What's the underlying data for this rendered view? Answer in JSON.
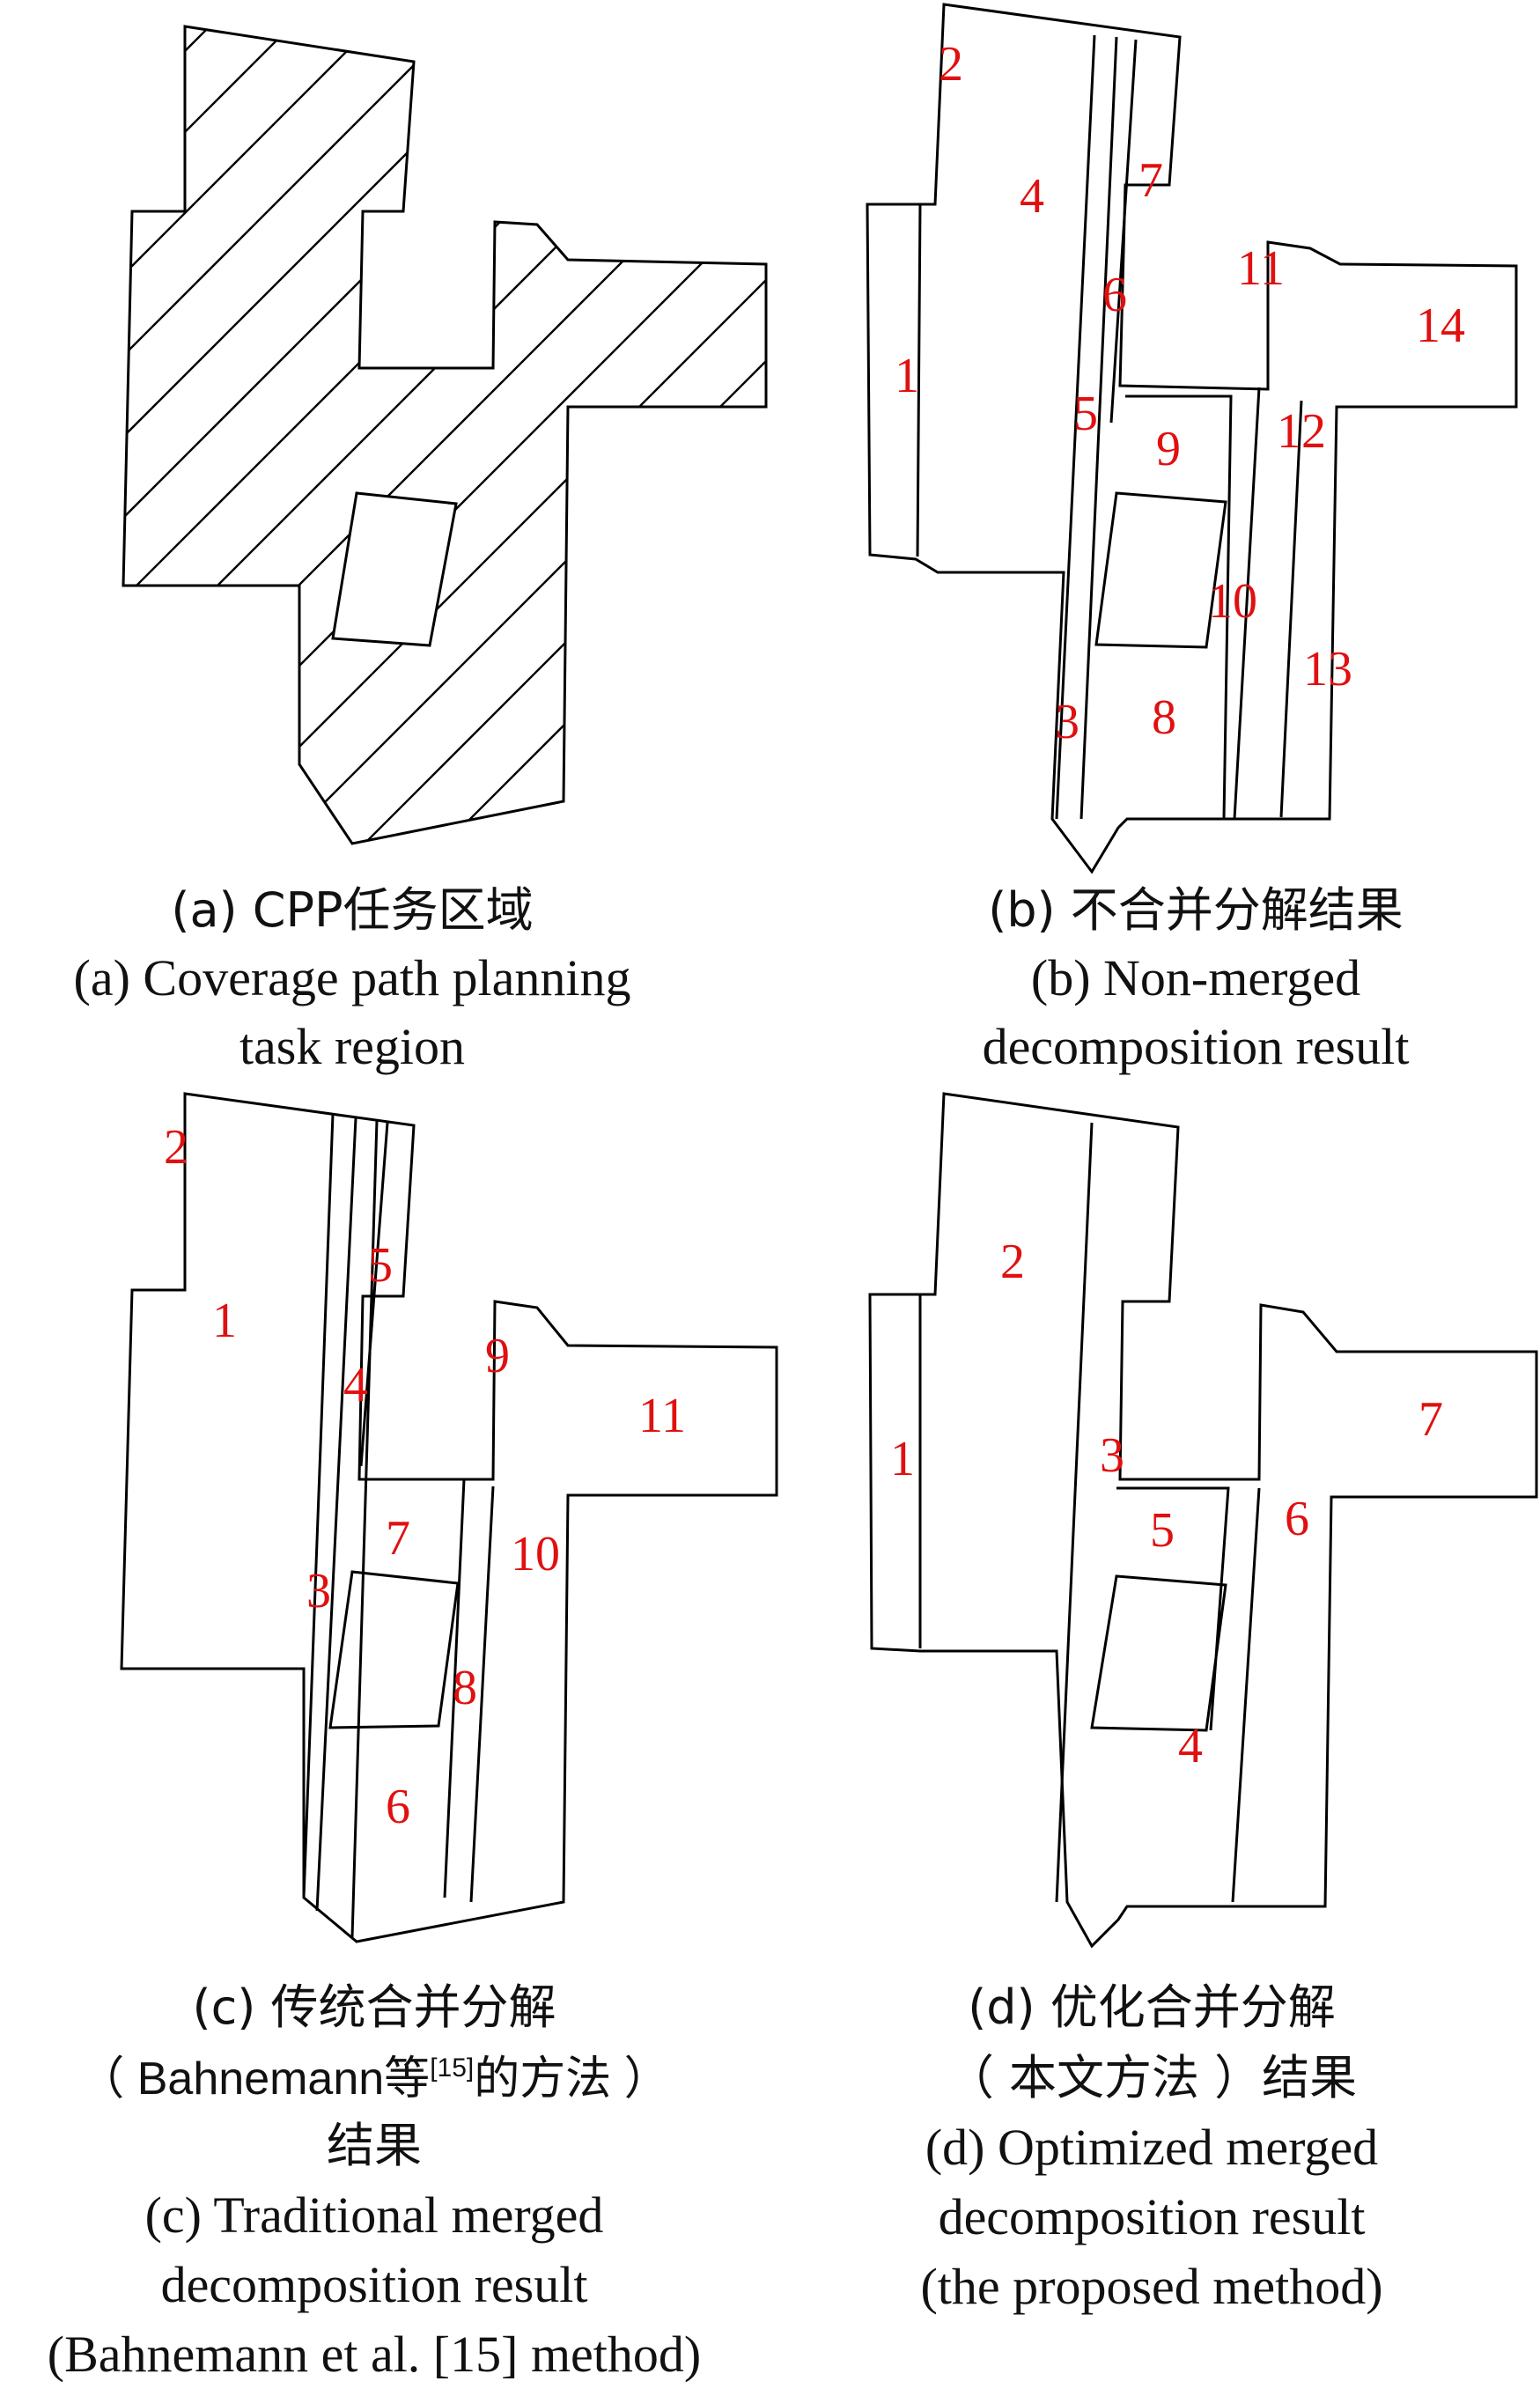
{
  "panels": {
    "a": {
      "caption_cn": "(a) CPP任务区域",
      "caption_en_1": "(a) Coverage path planning",
      "caption_en_2": "task region"
    },
    "b": {
      "caption_cn": "(b) 不合并分解结果",
      "caption_en_1": "(b) Non-merged",
      "caption_en_2": "decomposition result",
      "labels": [
        "1",
        "2",
        "3",
        "4",
        "5",
        "6",
        "7",
        "8",
        "9",
        "10",
        "11",
        "12",
        "13",
        "14"
      ]
    },
    "c": {
      "caption_cn_1": "(c) 传统合并分解",
      "caption_cn_2_pre": "（ Bahnemann等",
      "caption_cn_2_sup": "[15]",
      "caption_cn_2_post": "的方法 ）",
      "caption_cn_3": "结果",
      "caption_en_1": "(c) Traditional merged",
      "caption_en_2": "decomposition result",
      "caption_en_3": "(Bahnemann et al. [15] method)",
      "labels": [
        "1",
        "2",
        "3",
        "4",
        "5",
        "6",
        "7",
        "8",
        "9",
        "10",
        "11"
      ]
    },
    "d": {
      "caption_cn_1": "(d) 优化合并分解",
      "caption_cn_2": "（ 本文方法 ）结果",
      "caption_en_1": "(d) Optimized merged",
      "caption_en_2": "decomposition result",
      "caption_en_3": "(the proposed method)",
      "labels": [
        "1",
        "2",
        "3",
        "4",
        "5",
        "6",
        "7"
      ]
    }
  },
  "colors": {
    "outline": "#000000",
    "label": "#e01010",
    "caption": "#111111"
  }
}
